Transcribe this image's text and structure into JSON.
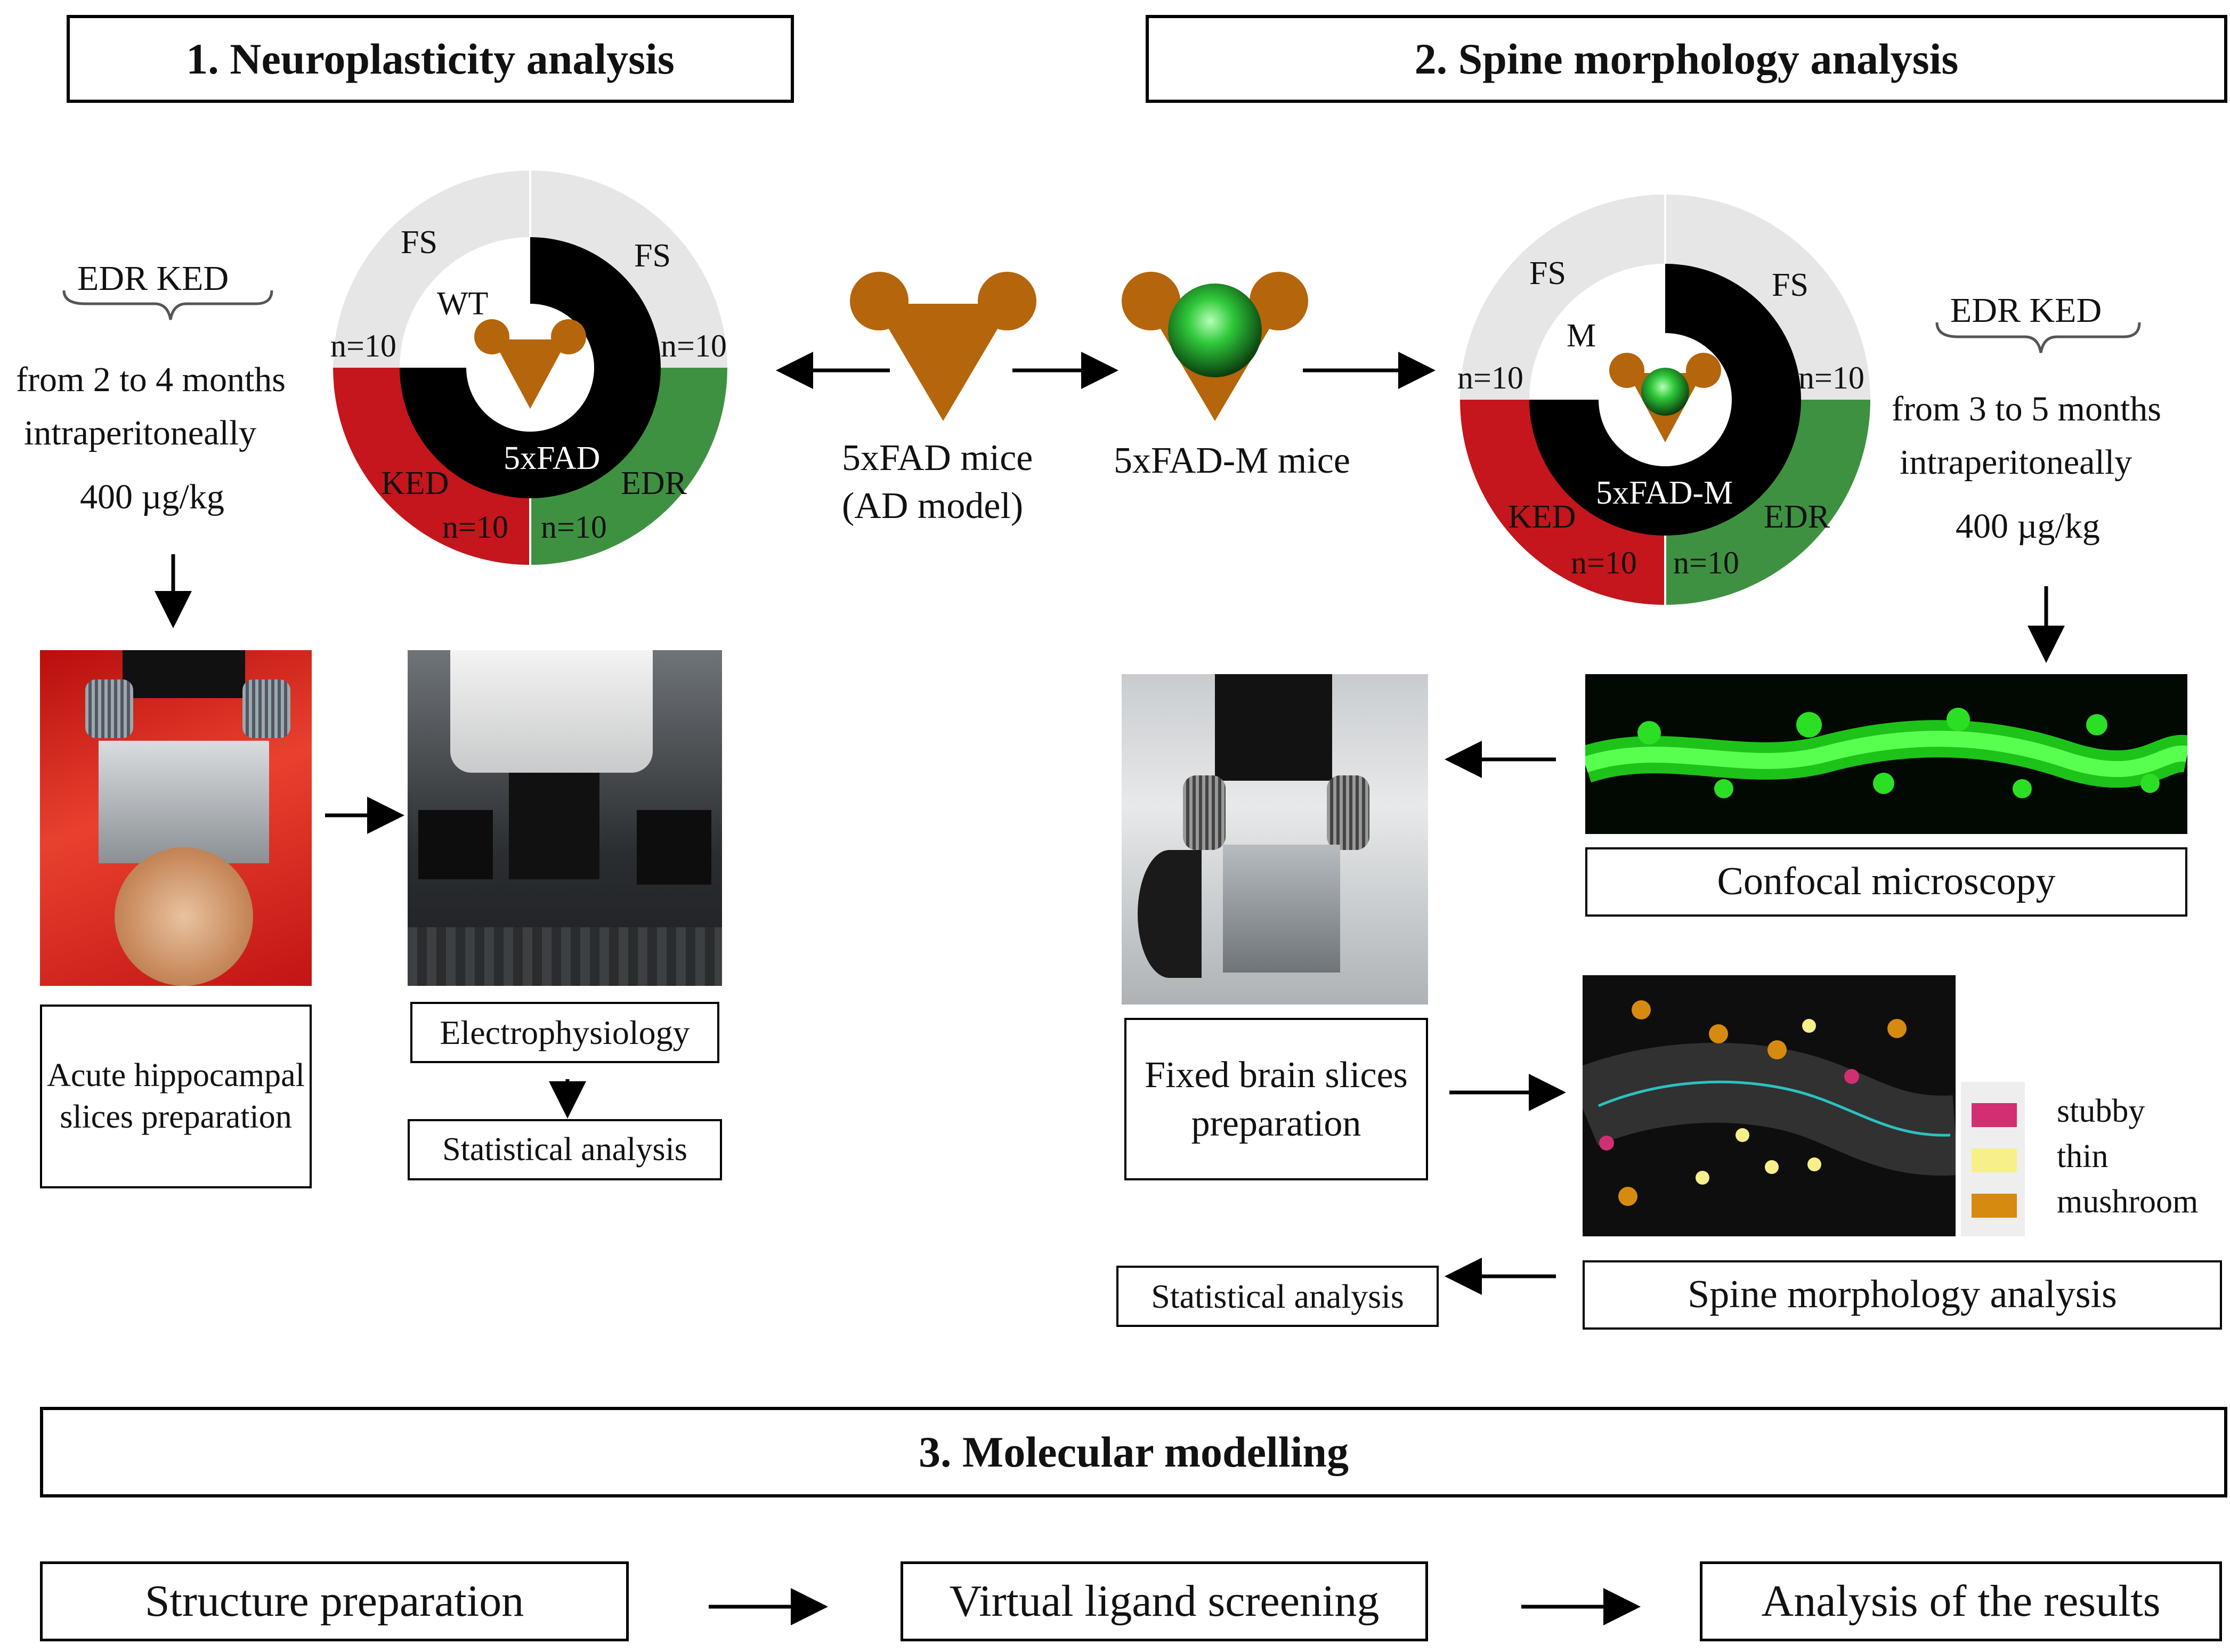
{
  "section1": {
    "title": "1. Neuroplasticity analysis",
    "treatment": {
      "drugs": "EDR  KED",
      "period": "from 2 to 4 months",
      "route": "intraperitoneally",
      "dose": "400 µg/kg"
    },
    "wheel": {
      "fs_left": "FS",
      "fs_right": "FS",
      "inner_left": "WT",
      "inner_right": "5xFAD",
      "ked": "KED",
      "edr": "EDR",
      "n_ul": "n=10",
      "n_ur": "n=10",
      "n_ll": "n=10",
      "n_lr": "n=10"
    },
    "slices_box": "Acute hippocampal slices preparation",
    "ephys_box": "Electrophysiology",
    "stat_box": "Statistical analysis"
  },
  "center": {
    "mice1_line1": "5xFAD mice",
    "mice1_line2": "(AD model)",
    "mice2": "5xFAD-M mice"
  },
  "section2": {
    "title": "2. Spine morphology analysis",
    "treatment": {
      "drugs": "EDR  KED",
      "period": "from 3 to 5 months",
      "route": "intraperitoneally",
      "dose": "400 µg/kg"
    },
    "wheel": {
      "fs_left": "FS",
      "fs_right": "FS",
      "inner_left": "M",
      "inner_right": "5xFAD-M",
      "ked": "KED",
      "edr": "EDR",
      "n_ul": "n=10",
      "n_ur": "n=10",
      "n_ll": "n=10",
      "n_lr": "n=10"
    },
    "confocal_box": "Confocal microscopy",
    "fixed_box": "Fixed brain slices preparation",
    "spine_box": "Spine morphology analysis",
    "stat_box": "Statistical analysis",
    "legend": {
      "stubby": "stubby",
      "thin": "thin",
      "mushroom": "mushroom"
    }
  },
  "section3": {
    "title": "3. Molecular modelling",
    "step1": "Structure preparation",
    "step2": "Virtual ligand screening",
    "step3": "Analysis of the results"
  },
  "colors": {
    "ked_red": "#c4161c",
    "edr_green": "#3f9142",
    "fs_gray": "#e6e6e6",
    "mouse_brown": "#b5650b",
    "stubby": "#d12f72",
    "thin": "#f7f08a",
    "mushroom": "#d68a0f"
  }
}
